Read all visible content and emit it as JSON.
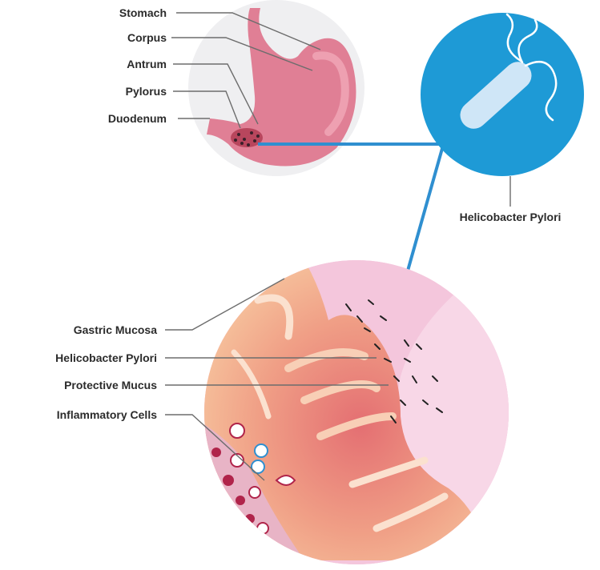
{
  "labels": {
    "stomach": "Stomach",
    "corpus": "Corpus",
    "antrum": "Antrum",
    "pylorus": "Pylorus",
    "duodenum": "Duodenum",
    "helicobacter_pylori_top": "Helicobacter Pylori",
    "gastric_mucosa": "Gastric Mucosa",
    "helicobacter_pylori_bottom": "Helicobacter Pylori",
    "protective_mucus": "Protective Mucus",
    "inflammatory_cells": "Inflammatory Cells"
  },
  "colors": {
    "stomach": "#e07f95",
    "bacterium_circle": "#1e9ad6",
    "connector": "#2f8fd0",
    "mucosa": "#f3b48c",
    "inner_tissue": "#e98f86",
    "mucus_pink": "#f4c6dc",
    "inflammatory": "#b0244a"
  }
}
